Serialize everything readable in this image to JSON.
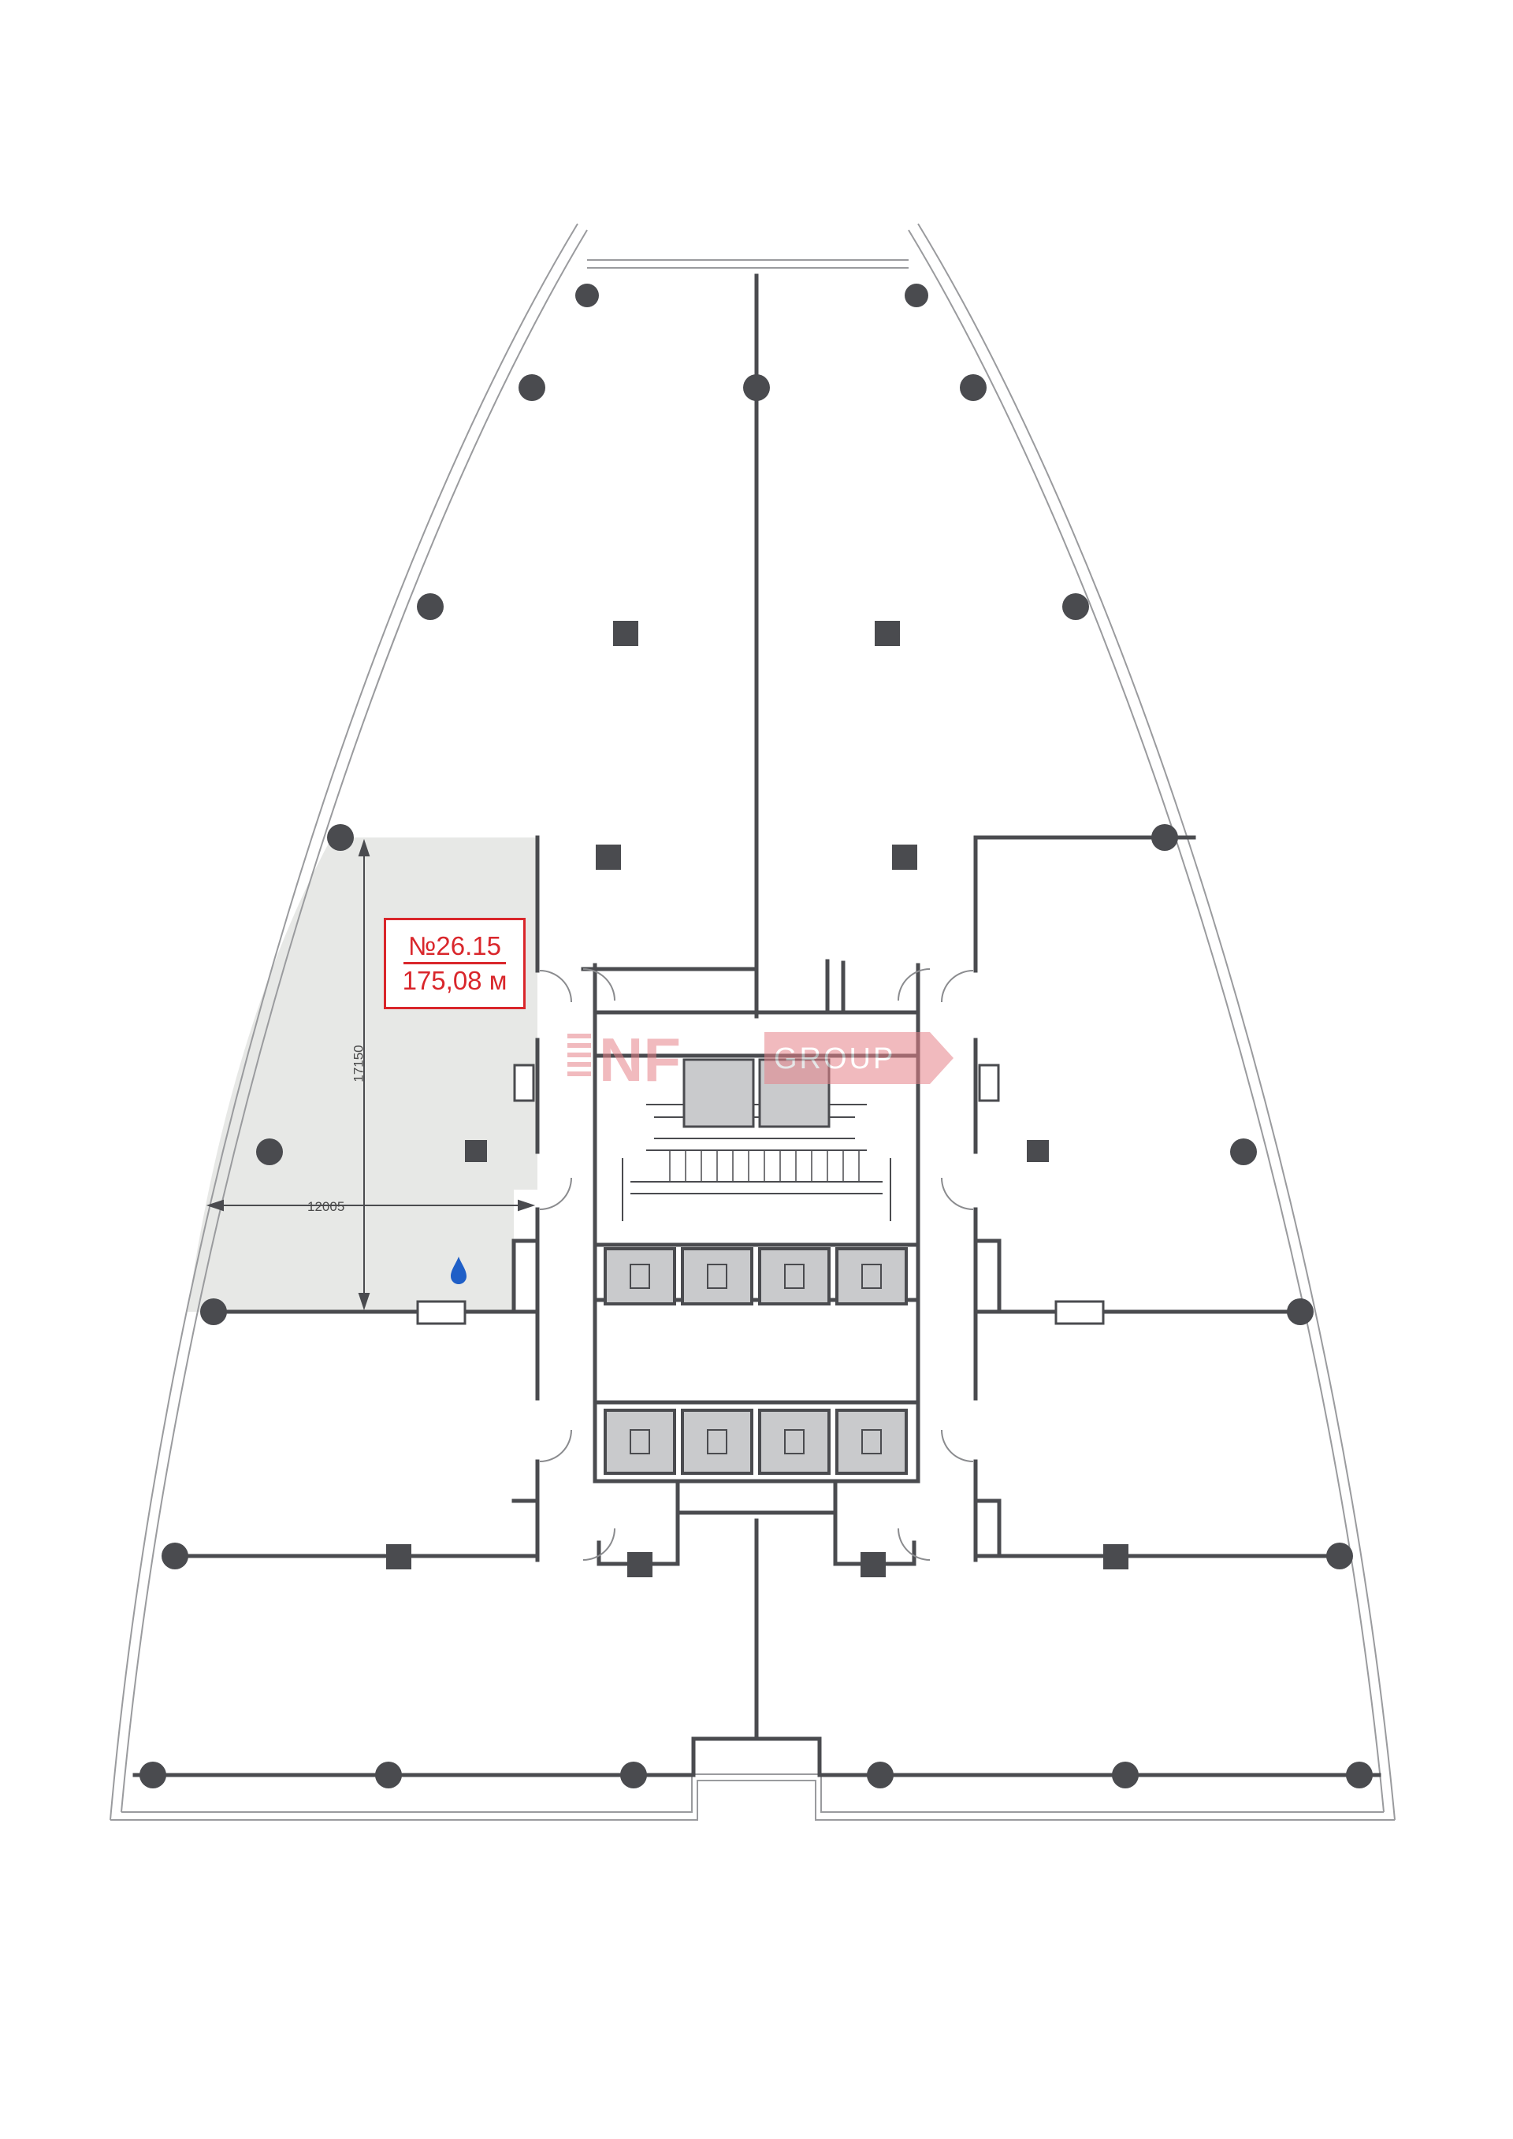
{
  "unit": {
    "number": "№26.15",
    "area": "175,08 м"
  },
  "dimensions": {
    "width": "12005",
    "height": "17150"
  },
  "watermark": {
    "brand_left": "NF",
    "brand_right": "GROUP"
  },
  "colors": {
    "walls": "#4a4b4f",
    "highlight": "#e7e8e6",
    "label_red": "#d9262b",
    "water_icon": "#1f5fc7",
    "watermark": "#e7828a"
  },
  "icons": {
    "water": "water-drop-icon",
    "elevator": "elevator-icon"
  }
}
